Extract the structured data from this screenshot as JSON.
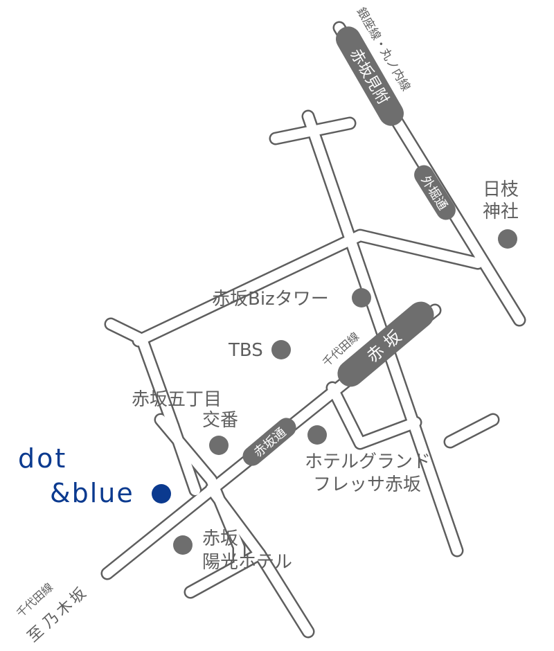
{
  "brand": {
    "name_line1": "dot",
    "name_line2": "&blue",
    "color": "#0b3a8f"
  },
  "colors": {
    "road_outline": "#5e5e5e",
    "road_fill": "#ffffff",
    "station": "#6e6e6e",
    "marker": "#6e6e6e",
    "label": "#5e5e5e"
  },
  "stations": {
    "akasaka_mitsuke": {
      "name": "赤坂見附",
      "line": "銀座線・丸ノ内線"
    },
    "akasaka": {
      "name": "赤坂",
      "line": "千代田線"
    },
    "nogizaka": {
      "name": "乃木坂",
      "line": "千代田線",
      "prefix": "至"
    }
  },
  "roads": {
    "sotobori": "外堀通",
    "akasaka": "赤坂通"
  },
  "places": {
    "hie_shrine": {
      "line1": "日枝",
      "line2": "神社"
    },
    "biz_tower": "赤坂Bizタワー",
    "tbs": "TBS",
    "koban": {
      "line1": "赤坂五丁目",
      "line2": "交番"
    },
    "hotel_grand_fresa": {
      "line1": "ホテルグランド",
      "line2": "フレッサ赤坂"
    },
    "yoko_hotel": {
      "line1": "赤坂",
      "line2": "陽光ホテル"
    }
  }
}
